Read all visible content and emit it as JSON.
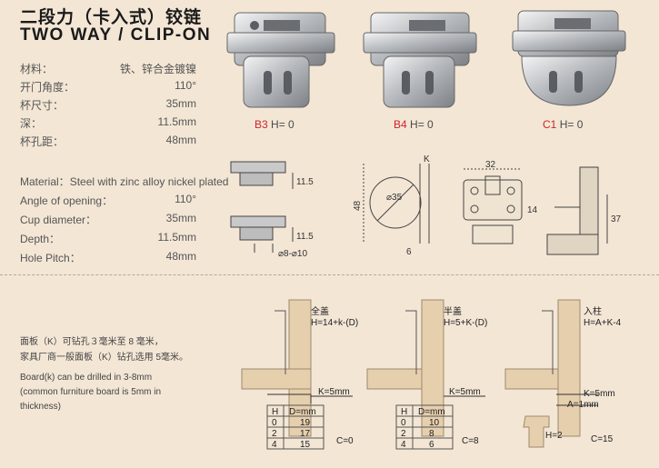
{
  "title": {
    "cn": "二段力（卡入式）铰链",
    "en": "TWO WAY / CLIP-ON"
  },
  "specs_cn": [
    {
      "label": "材料：",
      "value": "铁、锌合金镀镍"
    },
    {
      "label": "开门角度：",
      "value": "110°"
    },
    {
      "label": "杯尺寸：",
      "value": "35mm"
    },
    {
      "label": "深：",
      "value": "11.5mm"
    },
    {
      "label": "杯孔距：",
      "value": "48mm"
    }
  ],
  "specs_en": [
    {
      "label": "Material：",
      "value": "Steel with zinc alloy nickel plated"
    },
    {
      "label": "Angle of opening：",
      "value": "110°"
    },
    {
      "label": "Cup diameter：",
      "value": "35mm"
    },
    {
      "label": "Depth：",
      "value": "11.5mm"
    },
    {
      "label": "Hole Pitch：",
      "value": "48mm"
    }
  ],
  "products": [
    {
      "code": "B3",
      "h": "H= 0"
    },
    {
      "code": "B4",
      "h": "H= 0"
    },
    {
      "code": "C1",
      "h": "H= 0"
    }
  ],
  "drawings": {
    "cup_depth_top": "11.5",
    "cup_depth_bottom": "11.5",
    "drill_range": "⌀8-⌀10",
    "k_label": "K",
    "cup_dia": "⌀35",
    "pitch": "48",
    "offset": "6",
    "plate_width": "32",
    "plate_height": "14",
    "side_height": "37"
  },
  "notes": {
    "cn1": "面板（K）可钻孔３毫米至 8 毫米，",
    "cn2": "家具厂商一般面板（K）钻孔选用 5毫米。",
    "en1": "Board(k) can be drilled in 3-8mm",
    "en2": "(common furniture board is 5mm in",
    "en3": "thickness)"
  },
  "overlays": [
    {
      "name_cn": "全盖",
      "formula": "H=14+k-(D)",
      "k": "K=5mm",
      "c": "C=0",
      "table": {
        "headers": [
          "H",
          "D=mm"
        ],
        "rows": [
          [
            "0",
            "19"
          ],
          [
            "2",
            "17"
          ],
          [
            "4",
            "15"
          ]
        ]
      }
    },
    {
      "name_cn": "半盖",
      "formula": "H=5+K-(D)",
      "k": "K=5mm",
      "c": "C=8",
      "table": {
        "headers": [
          "H",
          "D=mm"
        ],
        "rows": [
          [
            "0",
            "10"
          ],
          [
            "2",
            "8"
          ],
          [
            "4",
            "6"
          ]
        ]
      }
    },
    {
      "name_cn": "入柱",
      "formula": "H=A+K-4",
      "k": "K=5mm",
      "a": "A=1mm",
      "h2": "H=2",
      "c": "C=15"
    }
  ]
}
